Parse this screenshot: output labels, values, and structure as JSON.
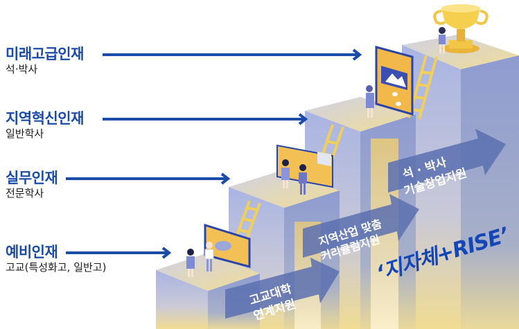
{
  "levels": [
    {
      "title": "미래고급인재",
      "subtitle": "석·박사"
    },
    {
      "title": "지역혁신인재",
      "subtitle": "일반학사"
    },
    {
      "title": "실무인재",
      "subtitle": "전문학사"
    },
    {
      "title": "예비인재",
      "subtitle": "고교(특성화고, 일반고)"
    }
  ],
  "support_arrows": [
    {
      "line1": "고교대학",
      "line2": "연계지원"
    },
    {
      "line1": "지역산업 맞춤",
      "line2": "커리큘럼지원"
    },
    {
      "line1": "석 · 박사",
      "line2": "기술창업지원"
    }
  ],
  "slogan": "‘지자체+RISE’",
  "colors": {
    "accent_blue": "#1a4ba8",
    "step_blue": "#9aa7d8",
    "step_yellow": "#f3d77a",
    "arrow_fill": "#6478b4"
  }
}
